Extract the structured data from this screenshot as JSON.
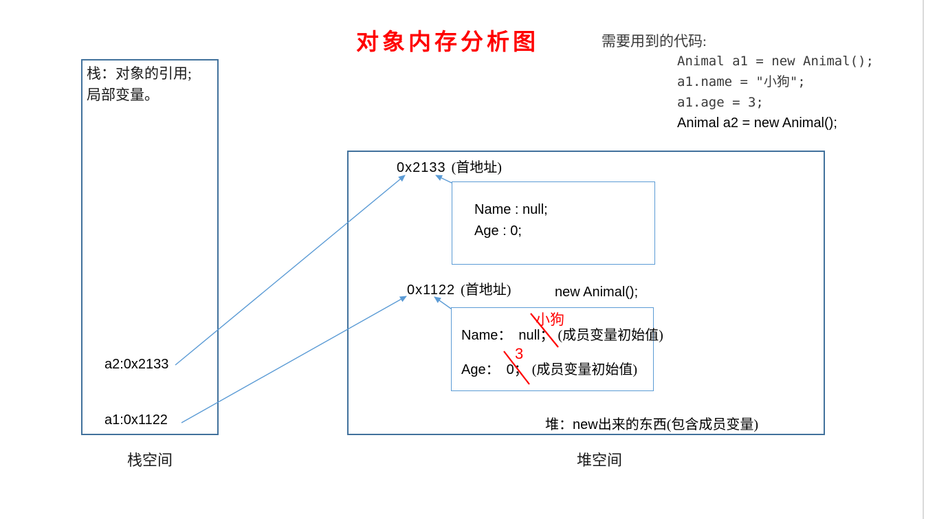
{
  "page": {
    "title": "对象内存分析图"
  },
  "code_panel": {
    "heading": "需要用到的代码:",
    "lines": [
      {
        "text": "Animal a1 = new Animal();"
      },
      {
        "text": "a1.name = \"小狗\";"
      },
      {
        "text": "a1.age = 3;"
      },
      {
        "text": "Animal a2 = new Animal();"
      }
    ]
  },
  "stack": {
    "note_line1": "栈：对象的引用;",
    "note_line2": "局部变量。",
    "entries": [
      {
        "text": "a2:0x2133"
      },
      {
        "text": "a1:0x1122"
      }
    ],
    "label": "栈空间"
  },
  "heap": {
    "label": "堆空间",
    "note": {
      "prefix": "堆：",
      "keyword": "new",
      "suffix": "出来的东西(包含成员变量)"
    },
    "object1": {
      "address": "0x2133",
      "address_suffix": "(首地址)",
      "fields": [
        "Name : null;",
        "Age : 0;"
      ]
    },
    "object2": {
      "address": "0x1122",
      "address_suffix": "(首地址)",
      "caption": "new  Animal();",
      "fields": [
        {
          "label": "Name：",
          "value": "null；",
          "note": "(成员变量初始值)",
          "new_value": "小狗"
        },
        {
          "label": "Age：",
          "value": "0；",
          "note": "(成员变量初始值)",
          "new_value": "3"
        }
      ]
    }
  },
  "colors": {
    "outer_box_blue": "#41719C",
    "inner_box_blue": "#5B9BD5",
    "arrow_blue": "#5B9BD5",
    "annotation_red": "#FF0000",
    "title_red": "#FF0000"
  }
}
